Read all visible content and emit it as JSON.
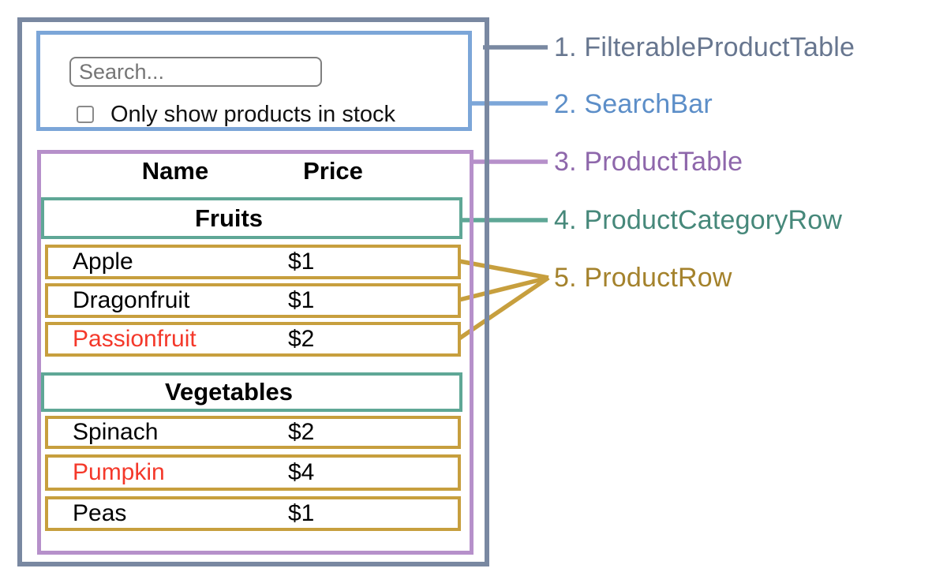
{
  "search_bar": {
    "search_placeholder": "Search...",
    "checkbox_label": "Only show products in stock"
  },
  "table": {
    "name_header": "Name",
    "price_header": "Price",
    "categories": [
      {
        "label": "Fruits",
        "products": [
          {
            "name": "Apple",
            "price": "$1",
            "highlighted": false
          },
          {
            "name": "Dragonfruit",
            "price": "$1",
            "highlighted": false
          },
          {
            "name": "Passionfruit",
            "price": "$2",
            "highlighted": true
          }
        ]
      },
      {
        "label": "Vegetables",
        "products": [
          {
            "name": "Spinach",
            "price": "$2",
            "highlighted": false
          },
          {
            "name": "Pumpkin",
            "price": "$4",
            "highlighted": true
          },
          {
            "name": "Peas",
            "price": "$1",
            "highlighted": false
          }
        ]
      }
    ]
  },
  "legend": [
    {
      "label": "1. FilterableProductTable",
      "color": "#67768F"
    },
    {
      "label": "2. SearchBar",
      "color": "#5C8EC8"
    },
    {
      "label": "3. ProductTable",
      "color": "#8E67AB"
    },
    {
      "label": "4. ProductCategoryRow",
      "color": "#46887A"
    },
    {
      "label": "5. ProductRow",
      "color": "#A4822C"
    }
  ],
  "colors": {
    "filterable_outline": "#7988A1",
    "searchbar_outline": "#7CA6D8",
    "producttable_outline": "#B690CA",
    "categoryrow_outline": "#5FA796",
    "productrow_outline": "#C79F3E",
    "highlight_text": "#F4382A"
  }
}
